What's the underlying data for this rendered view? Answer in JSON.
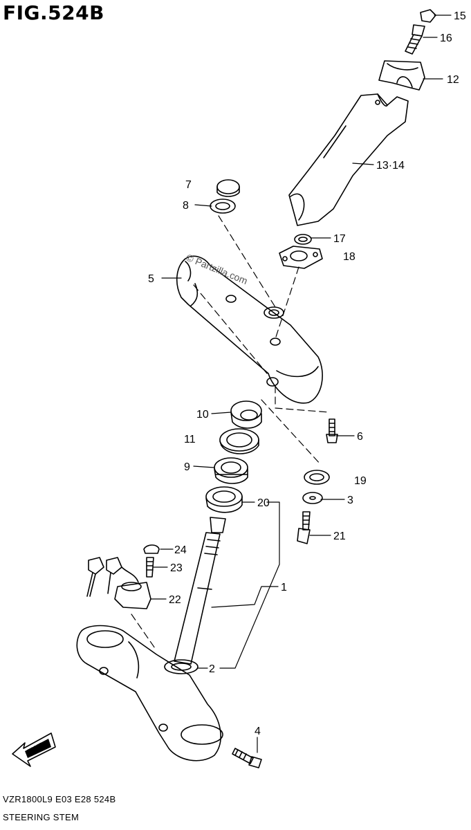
{
  "figure": {
    "title": "FIG.524B",
    "watermark": "© Partzilla.com",
    "code_line": "VZR1800L9  E03  E28  524B",
    "caption": "STEERING STEM",
    "fwd_label": "FWD"
  },
  "callouts": [
    "15",
    "16",
    "12",
    "13·14",
    "7",
    "8",
    "17",
    "18",
    "5",
    "10",
    "6",
    "11",
    "9",
    "19",
    "20",
    "3",
    "21",
    "24",
    "23",
    "1",
    "22",
    "2",
    "4"
  ]
}
